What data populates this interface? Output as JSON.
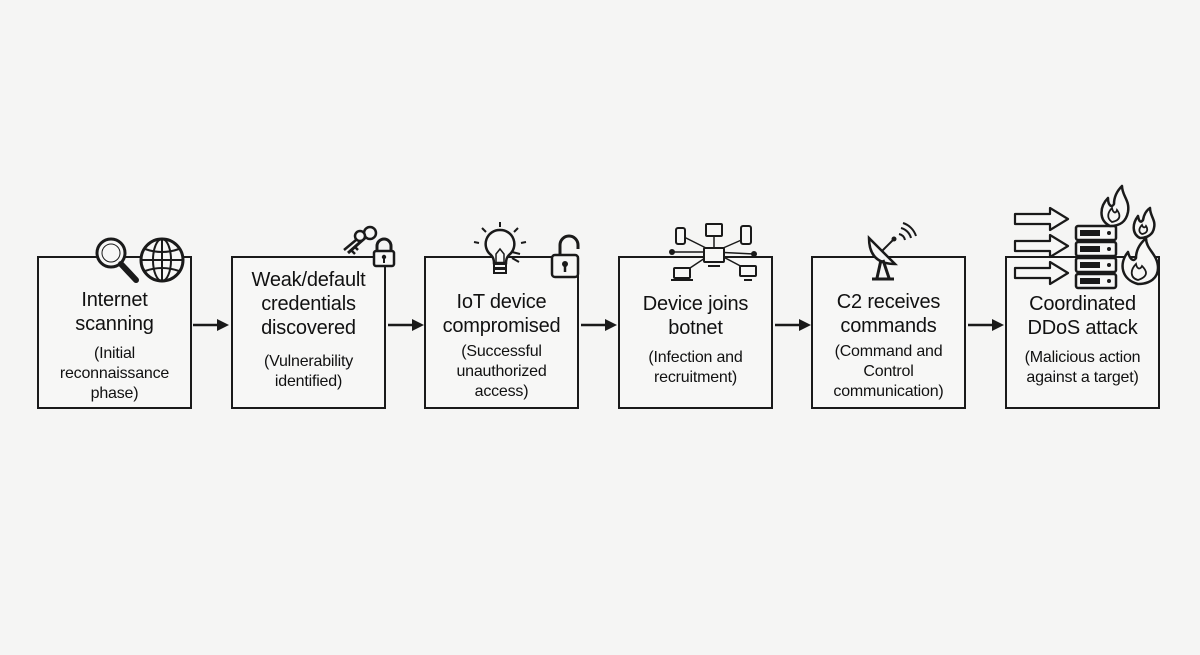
{
  "steps": [
    {
      "title": "Internet\nscanning",
      "subtitle": "(Initial\nreconnaissance\nphase)",
      "icons": [
        "magnifier-icon",
        "globe-icon"
      ]
    },
    {
      "title": "Weak/default\ncredentials\ndiscovered",
      "subtitle": "(Vulnerability\nidentified)",
      "icons": [
        "keys-icon",
        "padlock-icon"
      ]
    },
    {
      "title": "IoT device\ncompromised",
      "subtitle": "(Successful\nunauthorized\naccess)",
      "icons": [
        "lightbulb-icon",
        "unlocked-padlock-icon"
      ]
    },
    {
      "title": "Device joins\nbotnet",
      "subtitle": "(Infection and\nrecruitment)",
      "icons": [
        "network-devices-icon"
      ]
    },
    {
      "title": "C2 receives\ncommands",
      "subtitle": "(Command and\nControl\ncommunication)",
      "icons": [
        "satellite-dish-icon"
      ]
    },
    {
      "title": "Coordinated\nDDoS attack",
      "subtitle": "(Malicious action\nagainst a target)",
      "icons": [
        "arrows-icon",
        "server-icon",
        "fire-icon"
      ]
    }
  ],
  "colors": {
    "stroke": "#1a1a1a",
    "background": "#f5f5f4"
  }
}
